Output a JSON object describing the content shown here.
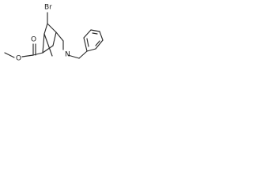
{
  "diagram": {
    "labels": {
      "bromo": "Br",
      "nitrogen": "N",
      "carbonyl_oxygen": "O",
      "ester_oxygen": "O"
    }
  }
}
